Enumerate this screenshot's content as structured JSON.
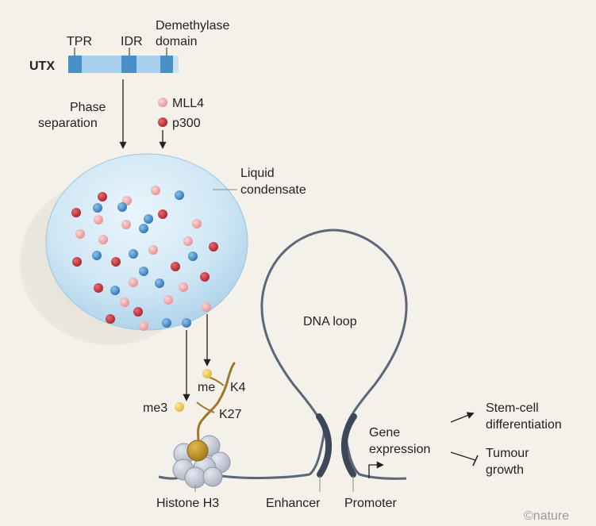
{
  "protein": {
    "name": "UTX",
    "domains": [
      "TPR",
      "IDR",
      "Demethylase",
      "domain"
    ]
  },
  "labels": {
    "phase_separation_line1": "Phase",
    "phase_separation_line2": "separation",
    "mll4": "MLL4",
    "p300": "p300",
    "condensate_line1": "Liquid",
    "condensate_line2": "condensate",
    "dna_loop": "DNA loop",
    "me": "me",
    "k4": "K4",
    "me3": "me3",
    "k27": "K27",
    "histone": "Histone H3",
    "enhancer": "Enhancer",
    "promoter": "Promoter",
    "gene_expression_line1": "Gene",
    "gene_expression_line2": "expression",
    "stem_cell_line1": "Stem-cell",
    "stem_cell_line2": "differentiation",
    "tumour_line1": "Tumour",
    "tumour_line2": "growth",
    "credit": "©nature"
  },
  "colors": {
    "background": "#f4f1ea",
    "utx_bar": "#a8d0ee",
    "domain_box": "#4a90c8",
    "mll4": "#f0a8aa",
    "p300": "#c4343b",
    "utx_dot": "#3f88c5",
    "condensate": "#cfe6f4",
    "dna": "#5c6778",
    "histone_tail": "#a0782a",
    "methyl": "#f2c84b"
  },
  "icons": [
    "inhibition-arrow-icon",
    "transcription-arrow-icon",
    "methyl-group-icon",
    "nucleosome-icon"
  ]
}
